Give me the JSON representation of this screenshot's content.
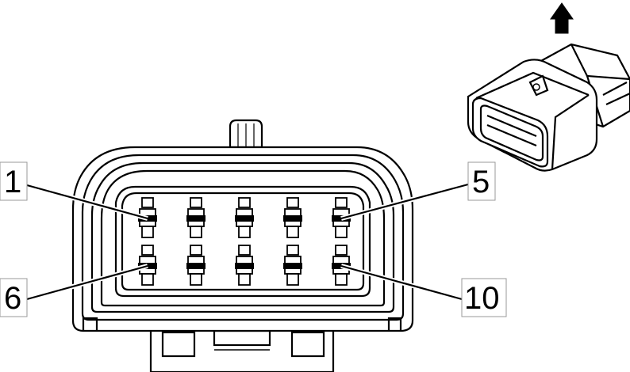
{
  "labels": {
    "pin_1": "1",
    "pin_5": "5",
    "pin_6": "6",
    "pin_10": "10"
  },
  "pins": {
    "rows": 2,
    "per_row": 5
  }
}
